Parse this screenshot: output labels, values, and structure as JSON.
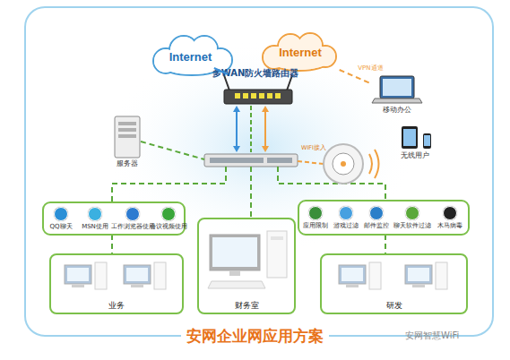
{
  "diagram": {
    "title": "安网企业网应用方案",
    "nodes": [
      {
        "text": [
          "Internet"
        ]
      },
      {
        "text": [
          "Internet"
        ]
      },
      {
        "text": [
          "多WAN防火墙路由器"
        ]
      },
      {
        "text": [
          "移动办公"
        ]
      },
      {
        "text": [
          "无线用户"
        ]
      },
      {
        "text": [
          "服务器"
        ]
      },
      {
        "text": [
          "QQ聊天"
        ]
      },
      {
        "text": [
          "MSN使用"
        ]
      },
      {
        "text": [
          "工作浏览器使用"
        ]
      },
      {
        "text": [
          "会议视频使用"
        ]
      },
      {
        "text": [
          "业务"
        ]
      },
      {
        "text": [
          "财务室"
        ]
      },
      {
        "text": [
          "应用限制"
        ]
      },
      {
        "text": [
          "游戏过滤"
        ]
      },
      {
        "text": [
          "邮件监控"
        ]
      },
      {
        "text": [
          "聊天软件过滤"
        ]
      },
      {
        "text": [
          "木马病毒"
        ]
      },
      {
        "text": [
          "研发"
        ]
      }
    ],
    "edges": [
      {
        "from": 0,
        "to": 2,
        "arrow": "none"
      },
      {
        "from": 1,
        "to": 2,
        "arrow": "none"
      },
      {
        "from": 1,
        "to": 3,
        "label": "VPN通道",
        "arrow": "none"
      }
    ],
    "labels": [
      "WIFI接入",
      "安网智慧WiFi"
    ]
  }
}
